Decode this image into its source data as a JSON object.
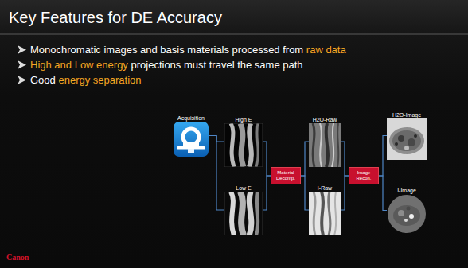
{
  "diagram": {
    "title": "Key Features for DE Accuracy",
    "nodes": [
      {
        "text": [
          "Acquisition"
        ]
      },
      {
        "text": [
          "High E"
        ]
      },
      {
        "text": [
          "Low E"
        ]
      },
      {
        "text": [
          "Material Decomp."
        ]
      },
      {
        "text": [
          "H2O-Raw"
        ]
      },
      {
        "text": [
          "I-Raw"
        ]
      },
      {
        "text": [
          "Image Recon."
        ]
      },
      {
        "text": [
          "H2O-Image"
        ]
      },
      {
        "text": [
          "I-Image"
        ]
      }
    ],
    "edges": [
      {
        "from": 0,
        "to": 1,
        "arrow": "none"
      },
      {
        "from": 0,
        "to": 2,
        "arrow": "none"
      },
      {
        "from": 1,
        "to": 3,
        "arrow": "none"
      },
      {
        "from": 2,
        "to": 3,
        "arrow": "none"
      },
      {
        "from": 3,
        "to": 4,
        "arrow": "none"
      },
      {
        "from": 3,
        "to": 5,
        "arrow": "none"
      },
      {
        "from": 4,
        "to": 6,
        "arrow": "none"
      },
      {
        "from": 5,
        "to": 6,
        "arrow": "none"
      },
      {
        "from": 6,
        "to": 7,
        "arrow": "none"
      },
      {
        "from": 6,
        "to": 8,
        "arrow": "none"
      }
    ],
    "labels": [
      "Monochromatic images and basis materials processed from",
      "raw data",
      "High and Low energy",
      "projections must travel the same path",
      "Good",
      "energy separation",
      "Canon"
    ]
  }
}
